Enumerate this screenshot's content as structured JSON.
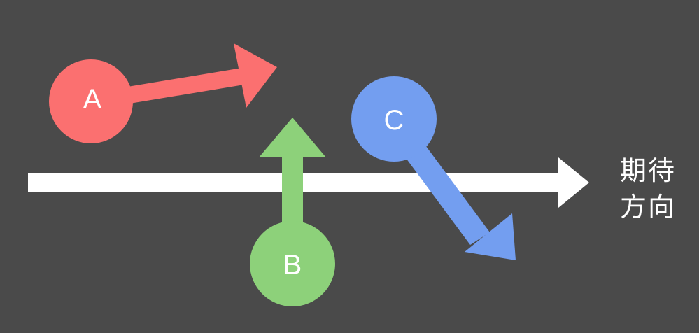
{
  "axis": {
    "label_line1": "期待",
    "label_line2": "方向",
    "color": "#ffffff"
  },
  "nodes": [
    {
      "id": "a",
      "label": "A",
      "color": "#fb7070"
    },
    {
      "id": "b",
      "label": "B",
      "color": "#8dd17a"
    },
    {
      "id": "c",
      "label": "C",
      "color": "#739ef0"
    }
  ],
  "background": "#4a4a4a"
}
